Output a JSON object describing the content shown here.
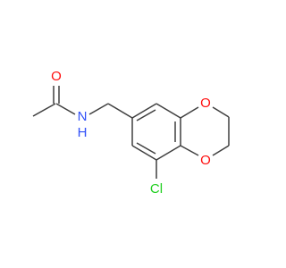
{
  "molecule": {
    "atom_labels": {
      "oxygen_carbonyl": "O",
      "nitrogen": "N",
      "hydrogen": "H",
      "oxygen_ring_upper": "O",
      "oxygen_ring_lower": "O",
      "chlorine": "Cl"
    },
    "colors": {
      "bond": "#3f3f3f",
      "oxygen": "#ff0d0d",
      "nitrogen": "#3050f8",
      "chlorine": "#1fcf1f",
      "background": "#ffffff"
    }
  }
}
